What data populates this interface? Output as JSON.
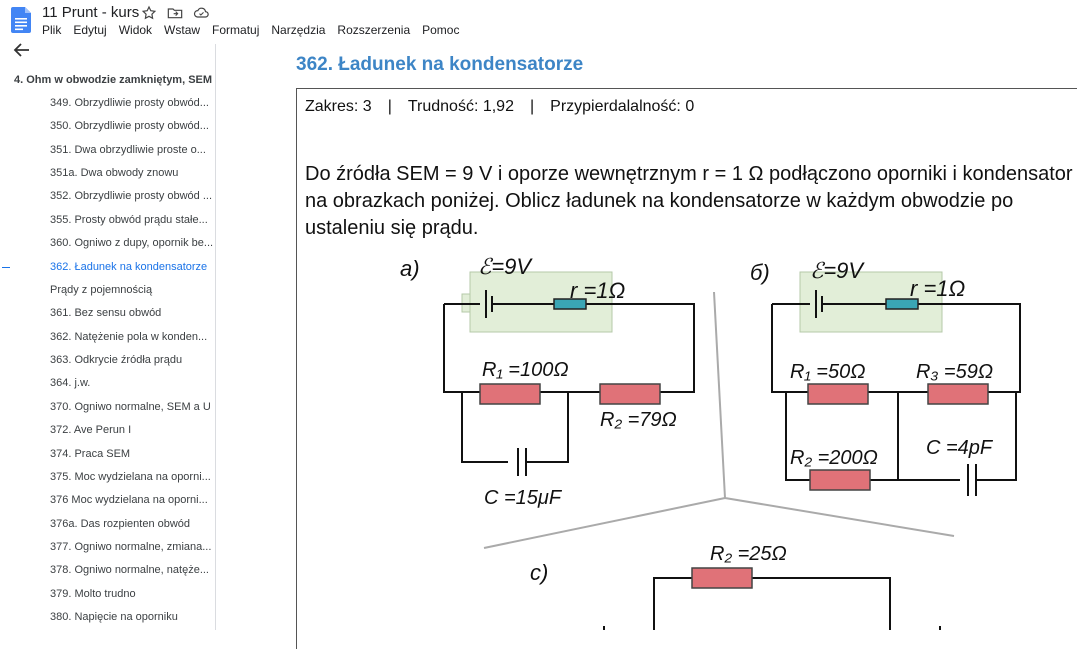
{
  "app": {
    "doc_title": "11 Prunt - kurs",
    "menu": [
      "Plik",
      "Edytuj",
      "Widok",
      "Wstaw",
      "Formatuj",
      "Narzędzia",
      "Rozszerzenia",
      "Pomoc"
    ]
  },
  "outline": {
    "heading": "4. Ohm w obwodzie zamkniętym, SEM",
    "items": [
      "349. Obrzydliwie prosty obwód...",
      "350. Obrzydliwie prosty obwód...",
      "351. Dwa obrzydliwie proste o...",
      "351a. Dwa obwody znowu",
      "352. Obrzydliwie prosty obwód ...",
      "355. Prosty obwód prądu stałe...",
      "360. Ogniwo z dupy, opornik be...",
      "362. Ładunek na kondensatorze",
      "Prądy z pojemnością",
      "361. Bez sensu obwód",
      "362. Natężenie pola w konden...",
      "363. Odkrycie źródła prądu",
      "364. j.w.",
      "370. Ogniwo normalne, SEM a U",
      "372. Ave Perun I",
      "374. Praca SEM",
      "375. Moc wydzielana na oporni...",
      "376 Moc wydzielana na oporni...",
      "376a. Das rozpienten obwód",
      "377. Ogniwo normalne, zmiana...",
      "378. Ogniwo normalne, natęże...",
      "379. Molto trudno",
      "380. Napięcie na oporniku"
    ],
    "active_index": 7
  },
  "document": {
    "title": "362. Ładunek na kondensatorze",
    "meta": {
      "zakres": "Zakres: 3",
      "trudnosc": "Trudność: 1,92",
      "przypierdalalnosc": "Przypierdalalność: 0",
      "separator": "|"
    },
    "problem_text": "Do źródła SEM = 9 V i oporze wewnętrznym r = 1 Ω podłączono oporniki i kondensator na obrazkach poniżej. Oblicz ładunek na kondensatorze w każdym obwodzie po ustaleniu się prądu."
  },
  "figure": {
    "a_label": "a)",
    "b_label": "б)",
    "c_label": "c)",
    "emf": "ℰ=9V",
    "r_int": "r =1Ω",
    "a_R1": "R₁ =100Ω",
    "a_R2": "R₂ =79Ω",
    "a_C": "C =15μF",
    "b_R1": "R₁ =50Ω",
    "b_R3": "R₃ =59Ω",
    "b_R2": "R₂ =200Ω",
    "b_C": "C =4pF",
    "c_R2": "R₂ =25Ω"
  }
}
